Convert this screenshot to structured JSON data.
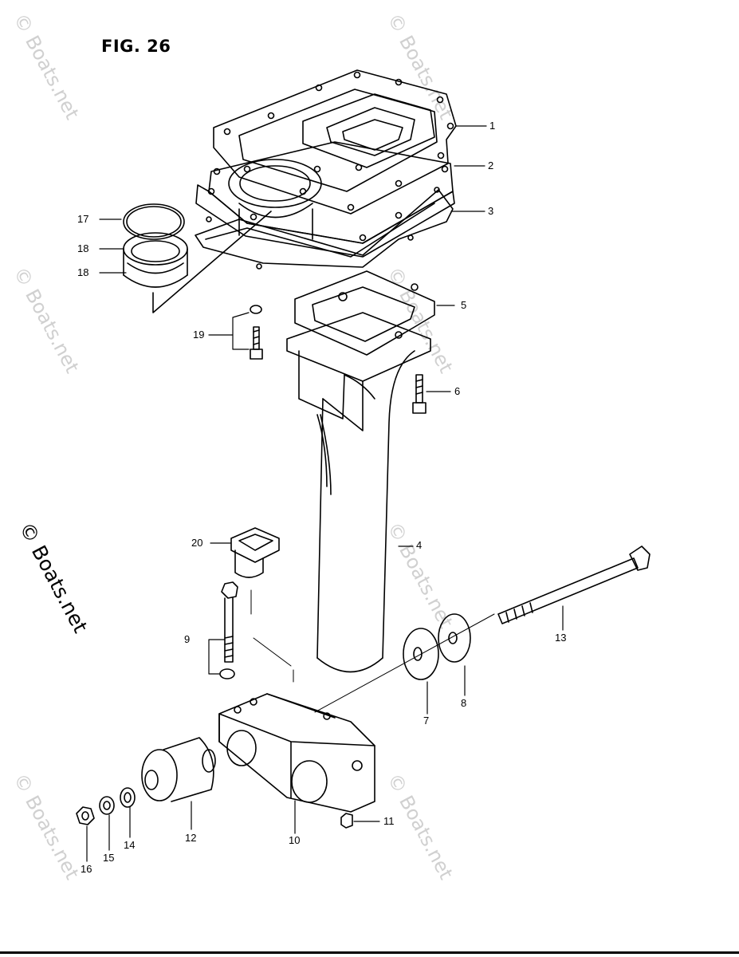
{
  "figure": {
    "title": "FIG. 26"
  },
  "watermark": {
    "text": "© Boats.net"
  },
  "callouts": [
    {
      "id": "1",
      "label": "1"
    },
    {
      "id": "2",
      "label": "2"
    },
    {
      "id": "3",
      "label": "3"
    },
    {
      "id": "4",
      "label": "4"
    },
    {
      "id": "5",
      "label": "5"
    },
    {
      "id": "6",
      "label": "6"
    },
    {
      "id": "7",
      "label": "7"
    },
    {
      "id": "8",
      "label": "8"
    },
    {
      "id": "9",
      "label": "9"
    },
    {
      "id": "10",
      "label": "10"
    },
    {
      "id": "11",
      "label": "11"
    },
    {
      "id": "12",
      "label": "12"
    },
    {
      "id": "13",
      "label": "13"
    },
    {
      "id": "14",
      "label": "14"
    },
    {
      "id": "15",
      "label": "15"
    },
    {
      "id": "16",
      "label": "16"
    },
    {
      "id": "17",
      "label": "17"
    },
    {
      "id": "18a",
      "label": "18"
    },
    {
      "id": "18b",
      "label": "18"
    },
    {
      "id": "19",
      "label": "19"
    },
    {
      "id": "20",
      "label": "20"
    }
  ]
}
